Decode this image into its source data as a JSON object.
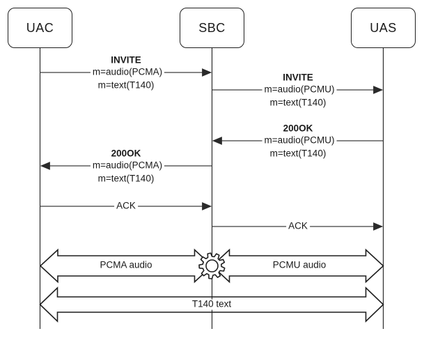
{
  "actors": [
    {
      "label": "UAC"
    },
    {
      "label": "SBC"
    },
    {
      "label": "UAS"
    }
  ],
  "messages": [
    {
      "title": "INVITE",
      "sdp1": "m=audio(PCMA)",
      "sdp2": "m=text(T140)",
      "from": "UAC",
      "to": "SBC"
    },
    {
      "title": "INVITE",
      "sdp1": "m=audio(PCMU)",
      "sdp2": "m=text(T140)",
      "from": "SBC",
      "to": "UAS"
    },
    {
      "title": "200OK",
      "sdp1": "m=audio(PCMU)",
      "sdp2": "m=text(T140)",
      "from": "UAS",
      "to": "SBC"
    },
    {
      "title": "200OK",
      "sdp1": "m=audio(PCMA)",
      "sdp2": "m=text(T140)",
      "from": "SBC",
      "to": "UAC"
    },
    {
      "title": "ACK",
      "from": "UAC",
      "to": "SBC"
    },
    {
      "title": "ACK",
      "from": "SBC",
      "to": "UAS"
    }
  ],
  "media_flows": [
    {
      "label": "PCMA audio",
      "between": [
        "UAC",
        "SBC"
      ],
      "bidirectional": true
    },
    {
      "label": "PCMU audio",
      "between": [
        "SBC",
        "UAS"
      ],
      "bidirectional": true
    },
    {
      "label": "T140 text",
      "between": [
        "UAC",
        "UAS"
      ],
      "bidirectional": true
    }
  ],
  "icons": {
    "gear": "transcoding gear at SBC media path"
  },
  "colors": {
    "shape_stroke": "#1f1f1f",
    "message_line": "#3d3d3d",
    "arrowhead": "#2a2a2a",
    "background": "#ffffff"
  }
}
